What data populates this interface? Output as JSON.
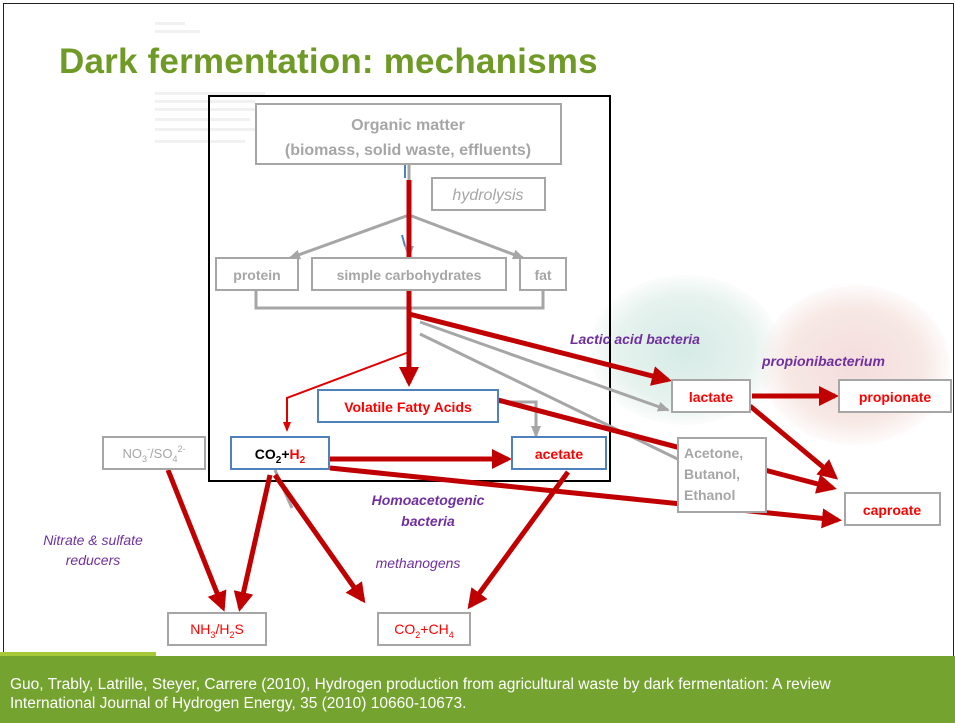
{
  "slide": {
    "title": "Dark fermentation: mechanisms",
    "citation_line1": "Guo, Trably, Latrille, Steyer, Carrere (2010), Hydrogen production from agricultural waste by dark fermentation: A review",
    "citation_line2": "International Journal of Hydrogen Energy, 35 (2010) 10660-10673."
  },
  "nodes": {
    "organic_matter_line1": "Organic matter",
    "organic_matter_line2": "(biomass, solid waste, effluents)",
    "hydrolysis": "hydrolysis",
    "protein": "protein",
    "simple_carbohydrates": "simple carbohydrates",
    "fat": "fat",
    "vfa": "Volatile Fatty Acids",
    "co2_main": "CO",
    "co2_sub": "2",
    "plus": "+",
    "h2_main": "H",
    "h2_sub": "2",
    "acetate": "acetate",
    "lactate": "lactate",
    "propionate": "propionate",
    "caproate": "caproate",
    "solvent_1": "Acetone,",
    "solvent_2": "Butanol,",
    "solvent_3": "Ethanol",
    "no3_main": "NO",
    "no3_sub": "3",
    "no3_sup": "-",
    "slash": "/SO",
    "so4_sub": "4",
    "so4_sup": "2-",
    "nh3_main": "NH",
    "nh3_sub": "3",
    "nh3_slash": "/H",
    "h2s_sub": "2",
    "h2s_s": "S",
    "ch4_co": "CO",
    "ch4_sub1": "2",
    "ch4_plus": "+CH",
    "ch4_sub2": "4"
  },
  "labels": {
    "lactic_acid_bacteria": "Lactic acid  bacteria",
    "propionibacterium": "propionibacterium",
    "homoacetogenic_1": "Homoacetogenic",
    "homoacetogenic_2": "bacteria",
    "nitrate_1": "Nitrate & sulfate",
    "nitrate_2": "reducers",
    "methanogens": "methanogens"
  },
  "colors": {
    "title_green": "#6f9a26",
    "footer_green": "#74a32f",
    "arrow_red": "#c00000",
    "text_red": "#ff0000",
    "box_blue": "#4f81bd",
    "grey": "#a6a6a6",
    "label_purple": "#7030a0"
  }
}
